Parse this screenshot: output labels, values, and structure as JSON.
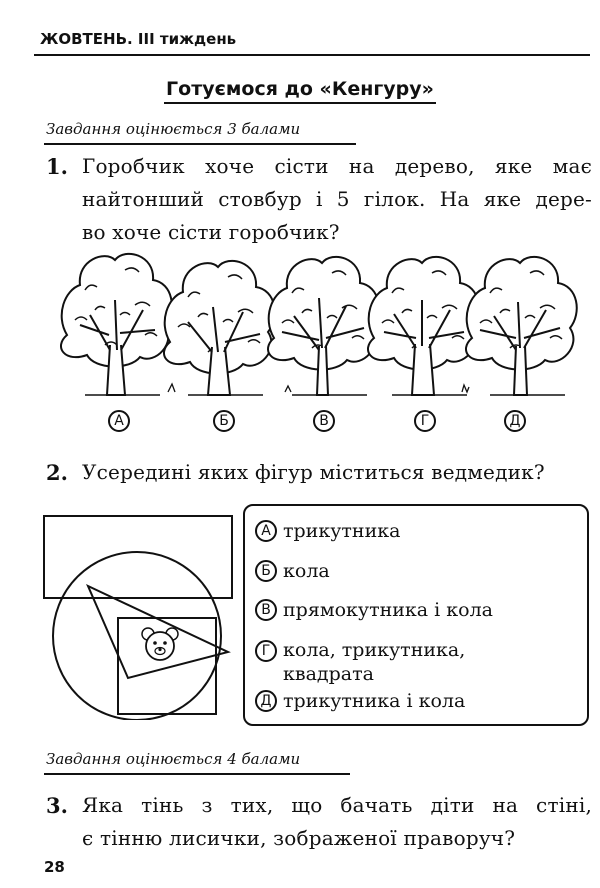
{
  "header": {
    "text": "ЖОВТЕНЬ. III тиждень"
  },
  "section": {
    "title": "Готуємося до «Кенгуру»"
  },
  "scoring": {
    "three_points": "Завдання оцінюється 3 балами",
    "four_points": "Завдання оцінюється 4 балами"
  },
  "q1": {
    "number": "1.",
    "lines": [
      "Горобчик хоче сісти на дерево, яке має",
      "найтонший стовбур і 5 гілок. На яке дере-",
      "во хоче сісти горобчик?"
    ],
    "options": [
      "А",
      "Б",
      "В",
      "Г",
      "Д"
    ]
  },
  "q2": {
    "number": "2.",
    "text": "Усередині яких фігур міститься ведмедик?",
    "answers": [
      {
        "letter": "А",
        "text": "трикутника"
      },
      {
        "letter": "Б",
        "text": "кола"
      },
      {
        "letter": "В",
        "text": "прямокутника і кола"
      },
      {
        "letter": "Г",
        "text": "кола, трикутника,",
        "text2": "квадрата"
      },
      {
        "letter": "Д",
        "text": "трикутника і кола"
      }
    ]
  },
  "q3": {
    "number": "3.",
    "lines": [
      "Яка тінь з тих, що бачать діти на стіні,",
      "є тінню лисички, зображеної праворуч?"
    ]
  },
  "page_number": "28"
}
